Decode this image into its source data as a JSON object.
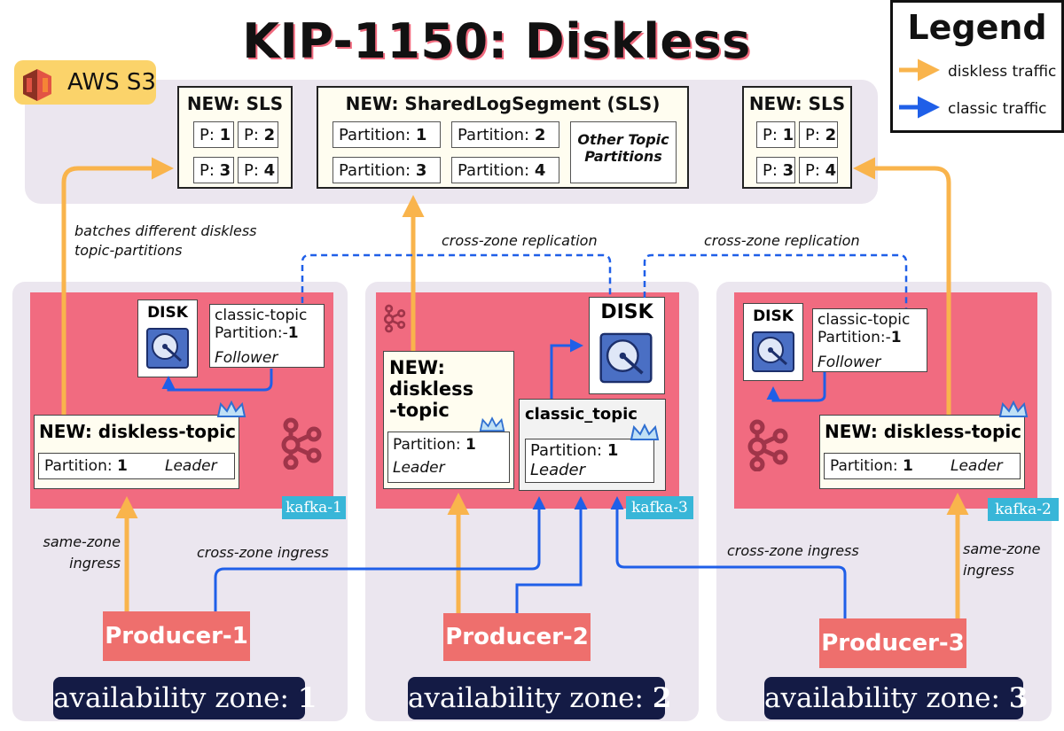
{
  "title": "KIP-1150: Diskless Kafka",
  "aws_label": "AWS S3",
  "legend": {
    "title": "Legend",
    "items": [
      {
        "label": "diskless traffic",
        "color": "#f9b44c"
      },
      {
        "label": "classic traffic",
        "color": "#1f5fe8"
      }
    ]
  },
  "sls_left": {
    "title": "NEW: SLS",
    "cells": [
      "P:",
      "1",
      "P:",
      "2",
      "P:",
      "3",
      "P:",
      "4"
    ]
  },
  "sls_main": {
    "title": "NEW: SharedLogSegment (SLS)",
    "p1": "Partition:",
    "n1": "1",
    "p2": "Partition:",
    "n2": "2",
    "p3": "Partition:",
    "n3": "3",
    "p4": "Partition:",
    "n4": "4",
    "other": "Other Topic Partitions"
  },
  "sls_right": {
    "title": "NEW: SLS",
    "cells": [
      "P:",
      "1",
      "P:",
      "2",
      "P:",
      "3",
      "P:",
      "4"
    ]
  },
  "annotations": {
    "batches": "batches different diskless topic-partitions",
    "crosszone_rep_1": "cross-zone replication",
    "crosszone_rep_2": "cross-zone replication",
    "samezone_1": "same-zone ingress",
    "samezone_3": "same-zone ingress",
    "crosszone_ingress_1": "cross-zone ingress",
    "crosszone_ingress_3": "cross-zone ingress"
  },
  "zones": [
    {
      "label_prefix": "availability zone:",
      "label_num": "1",
      "broker": "kafka-1",
      "disk": "DISK",
      "classic": {
        "name": "classic-topic",
        "part_label": "Partition:-",
        "part_num": "1",
        "role": "Follower"
      },
      "diskless": {
        "name": "NEW: diskless-topic",
        "part_label": "Partition:",
        "part_num": "1",
        "role": "Leader"
      },
      "producer": "Producer-1"
    },
    {
      "label_prefix": "availability zone:",
      "label_num": "2",
      "broker": "kafka-3",
      "disk": "DISK",
      "diskless": {
        "name_l1": "NEW:",
        "name_l2": "diskless",
        "name_l3": "-topic",
        "part_label": "Partition:",
        "part_num": "1",
        "role": "Leader"
      },
      "classic": {
        "name": "classic_topic",
        "part_label": "Partition:",
        "part_num": "1",
        "role": "Leader"
      },
      "producer": "Producer-2"
    },
    {
      "label_prefix": "availability zone:",
      "label_num": "3",
      "broker": "kafka-2",
      "disk": "DISK",
      "classic": {
        "name": "classic-topic",
        "part_label": "Partition:-",
        "part_num": "1",
        "role": "Follower"
      },
      "diskless": {
        "name": "NEW: diskless-topic",
        "part_label": "Partition:",
        "part_num": "1",
        "role": "Leader"
      },
      "producer": "Producer-3"
    }
  ]
}
